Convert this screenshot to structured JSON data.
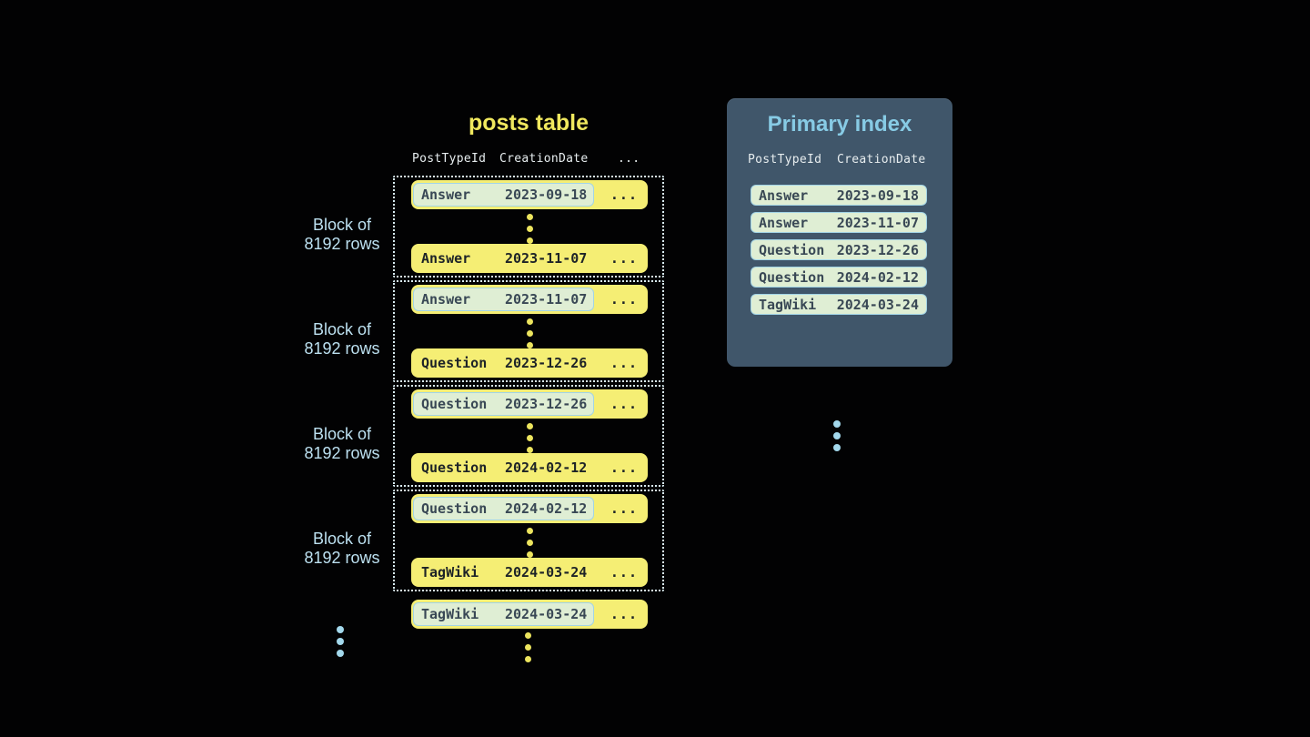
{
  "colors": {
    "bg": "#020203",
    "yellow": "#f5ee74",
    "yellow-title": "#f0e85e",
    "yellow-dot": "#ece45e",
    "row-text": "#1d2327",
    "boxed-text": "#394855",
    "hl-bg": "#dfeed4",
    "hl-border": "#a2d4e6",
    "dotted": "#d9edf4",
    "header-text": "#e7edef",
    "label-text": "#bce0f0",
    "panel": "#40566a",
    "pi-title": "#87cbe5",
    "blue-dot": "#a3d8ec"
  },
  "posts_table": {
    "title": "posts table",
    "headers": {
      "col1": "PostTypeId",
      "col2": "CreationDate",
      "col3": "..."
    },
    "block_label": {
      "line1": "Block of",
      "line2": "8192 rows"
    },
    "ellipsis": "...",
    "blocks": [
      {
        "first": {
          "type": "Answer",
          "date": "2023-09-18",
          "highlighted": true
        },
        "last": {
          "type": "Answer",
          "date": "2023-11-07",
          "highlighted": false
        }
      },
      {
        "first": {
          "type": "Answer",
          "date": "2023-11-07",
          "highlighted": true
        },
        "last": {
          "type": "Question",
          "date": "2023-12-26",
          "highlighted": false
        }
      },
      {
        "first": {
          "type": "Question",
          "date": "2023-12-26",
          "highlighted": true
        },
        "last": {
          "type": "Question",
          "date": "2024-02-12",
          "highlighted": false
        }
      },
      {
        "first": {
          "type": "Question",
          "date": "2024-02-12",
          "highlighted": true
        },
        "last": {
          "type": "TagWiki",
          "date": "2024-03-24",
          "highlighted": false
        }
      }
    ],
    "continuation_row": {
      "type": "TagWiki",
      "date": "2024-03-24",
      "highlighted": true
    }
  },
  "primary_index": {
    "title": "Primary index",
    "headers": {
      "col1": "PostTypeId",
      "col2": "CreationDate"
    },
    "rows": [
      {
        "type": "Answer",
        "date": "2023-09-18"
      },
      {
        "type": "Answer",
        "date": "2023-11-07"
      },
      {
        "type": "Question",
        "date": "2023-12-26"
      },
      {
        "type": "Question",
        "date": "2024-02-12"
      },
      {
        "type": "TagWiki",
        "date": "2024-03-24"
      }
    ]
  }
}
